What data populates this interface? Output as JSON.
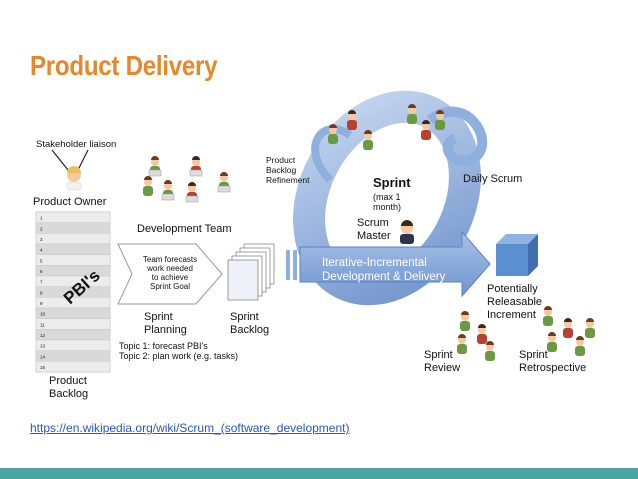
{
  "slide": {
    "title": "Product Delivery",
    "source_link": "https://en.wikipedia.org/wiki/Scrum_(software_development)"
  },
  "diagram": {
    "stakeholder_liaison": "Stakeholder liaison",
    "product_owner": "Product Owner",
    "development_team": "Development Team",
    "pbis": "PBI's",
    "product_backlog": [
      "Product",
      "Backlog"
    ],
    "backlog_rows": [
      "1",
      "2",
      "3",
      "4",
      "5",
      "6",
      "7",
      "8",
      "9",
      "10",
      "11",
      "12",
      "13",
      "14",
      "15"
    ],
    "forecast_arrow": [
      "Team forecasts",
      "work needed",
      "to achieve",
      "Sprint Goal"
    ],
    "sprint_planning": [
      "Sprint",
      "Planning"
    ],
    "topics": [
      "Topic 1: forecast PBI's",
      "Topic 2: plan work (e.g. tasks)"
    ],
    "sprint_backlog": [
      "Sprint",
      "Backlog"
    ],
    "pbr": [
      "Product",
      "Backlog",
      "Refinement"
    ],
    "sprint_title": "Sprint",
    "sprint_sub": [
      "(max 1",
      "month)"
    ],
    "scrum_master": [
      "Scrum",
      "Master"
    ],
    "daily_scrum": "Daily Scrum",
    "big_arrow": [
      "Iterative-Incremental",
      "Development & Delivery"
    ],
    "increment": [
      "Potentially",
      "Releasable",
      "Increment"
    ],
    "sprint_review": [
      "Sprint",
      "Review"
    ],
    "sprint_retro": [
      "Sprint",
      "Retrospective"
    ]
  },
  "colors": {
    "title": "#e8862a",
    "link": "#2a55c8",
    "bar": "#4aa6a4",
    "sprint_blue": "#7a9fd4",
    "cube": "#5b8fd0"
  }
}
